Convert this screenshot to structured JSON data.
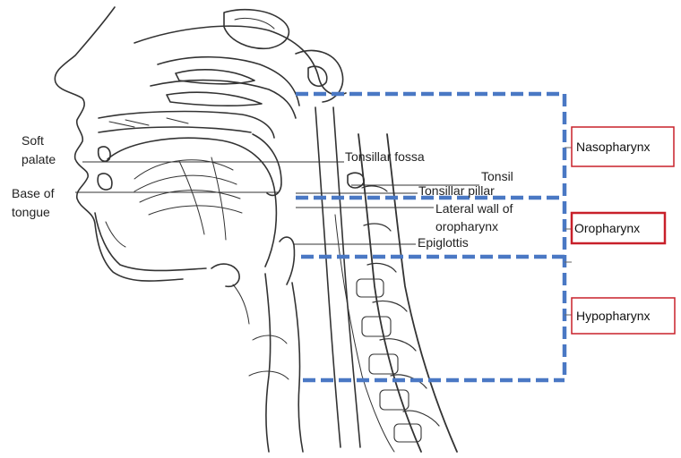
{
  "labels_left": {
    "soft_palate_line1": "Soft",
    "soft_palate_line2": "palate",
    "base_tongue_line1": "Base of",
    "base_tongue_line2": "tongue"
  },
  "labels_right": {
    "tonsillar_fossa": "Tonsillar fossa",
    "tonsil": "Tonsil",
    "tonsillar_pillar": "Tonsillar pillar",
    "lateral_wall_line1": "Lateral wall of",
    "lateral_wall_line2": "oropharynx",
    "epiglottis": "Epiglottis"
  },
  "regions": [
    {
      "label": "Nasopharynx"
    },
    {
      "label": "Oropharynx"
    },
    {
      "label": "Hypopharynx"
    }
  ],
  "colors": {
    "dash_blue": "#4a78c4",
    "box_red": "#c8202a",
    "line": "#333333"
  }
}
